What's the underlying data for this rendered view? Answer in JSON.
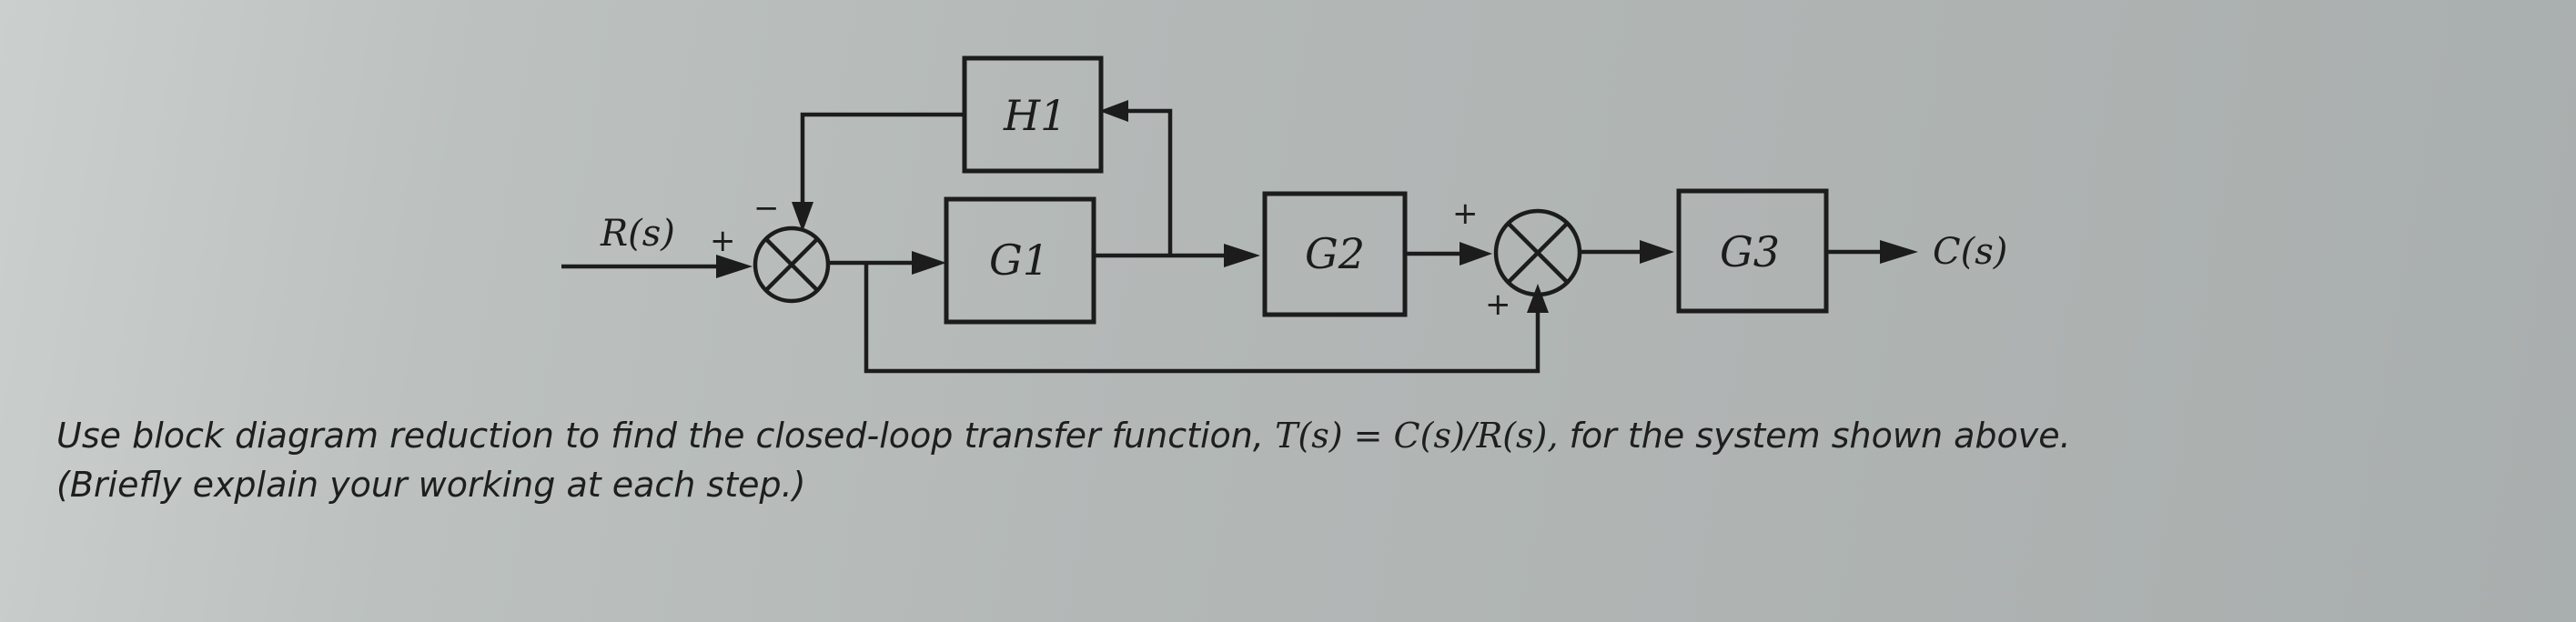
{
  "diagram": {
    "input_label": "R(s)",
    "output_label": "C(s)",
    "blocks": {
      "h1": "H1",
      "g1": "G1",
      "g2": "G2",
      "g3": "G3"
    },
    "signs": {
      "sum1_input": "+",
      "sum1_feedback": "−",
      "sum2_top": "+",
      "sum2_bottom": "+"
    }
  },
  "question": {
    "line1_text": "Use block diagram reduction to find the closed-loop transfer function,",
    "line1_math": "T(s) = C(s)/R(s),",
    "line1_tail": "for the system shown above.",
    "line2": "(Briefly explain your working at each step.)"
  }
}
